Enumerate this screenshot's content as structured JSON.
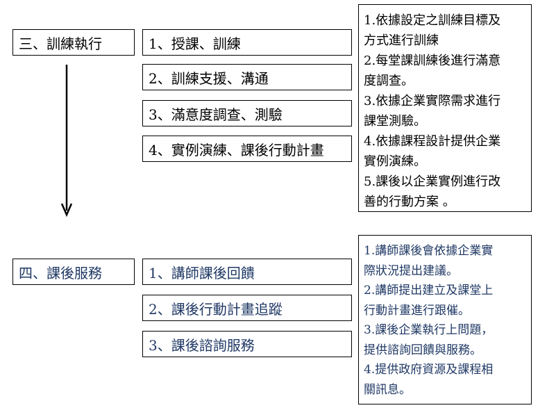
{
  "stage3": {
    "title": "三、訓練執行",
    "items": [
      "1、授課、訓練",
      "2、訓練支援、溝通",
      "3、滿意度調查、測驗",
      "4、實例演練、課後行動計畫"
    ],
    "notes": [
      "1.依據設定之訓練目標及",
      "方式進行訓練",
      "2.每堂課訓練後進行滿意",
      "度調查。",
      "3.依據企業實際需求進行",
      "課堂測驗。",
      "4.依據課程設計提供企業",
      "實例演練。",
      "5.課後以企業實例進行改",
      "善的行動方案 。"
    ]
  },
  "stage4": {
    "title": "四、課後服務",
    "items": [
      "1、講師課後回饋",
      "2、課後行動計畫追蹤",
      "3、課後諮詢服務"
    ],
    "notes": [
      "1.講師課後會依據企業實",
      "際狀況提出建議。",
      "2.講師提出建立及課堂上",
      "行動計畫進行跟催。",
      "3.課後企業執行上問題，",
      "提供諮詢回饋與服務。",
      "4.提供政府資源及課程相",
      "關訊息。"
    ]
  },
  "colors": {
    "black": "#000000",
    "navy": "#1f3864"
  }
}
